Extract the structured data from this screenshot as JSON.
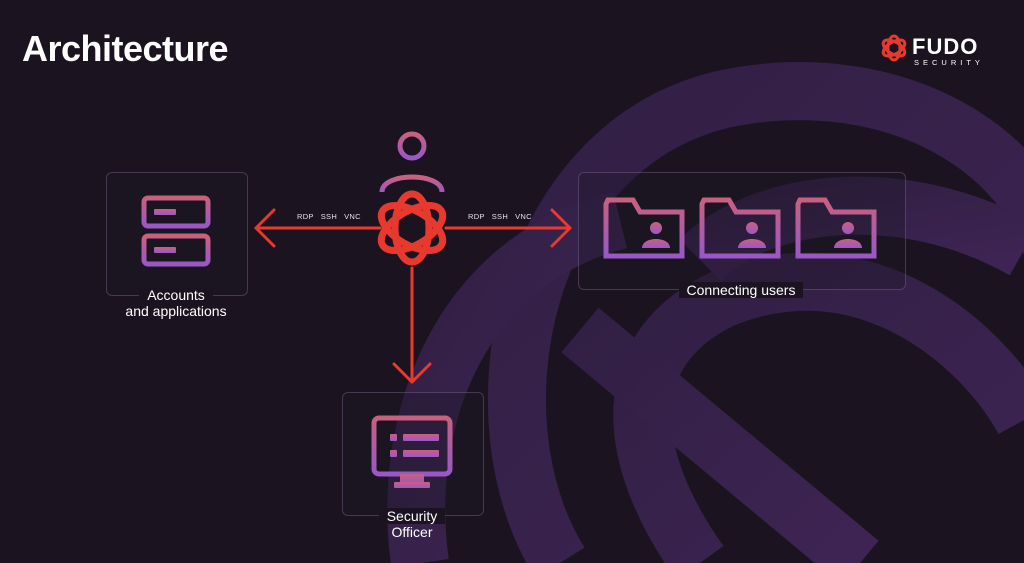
{
  "title": "Architecture",
  "logo": {
    "brand": "FUDO",
    "sub": "SECURITY"
  },
  "nodes": {
    "accounts": {
      "line1": "Accounts",
      "line2": "and applications"
    },
    "users": {
      "label": "Connecting users"
    },
    "officer": {
      "line1": "Security",
      "line2": "Officer"
    }
  },
  "protocols_left": [
    "RDP",
    "SSH",
    "VNC"
  ],
  "protocols_right": [
    "RDP",
    "SSH",
    "VNC"
  ],
  "colors": {
    "background": "#1b1420",
    "arrow": "#e8392e",
    "icon_purple": "#a05fc8",
    "icon_pink": "#d0607e",
    "brand_red": "#e8392e"
  }
}
